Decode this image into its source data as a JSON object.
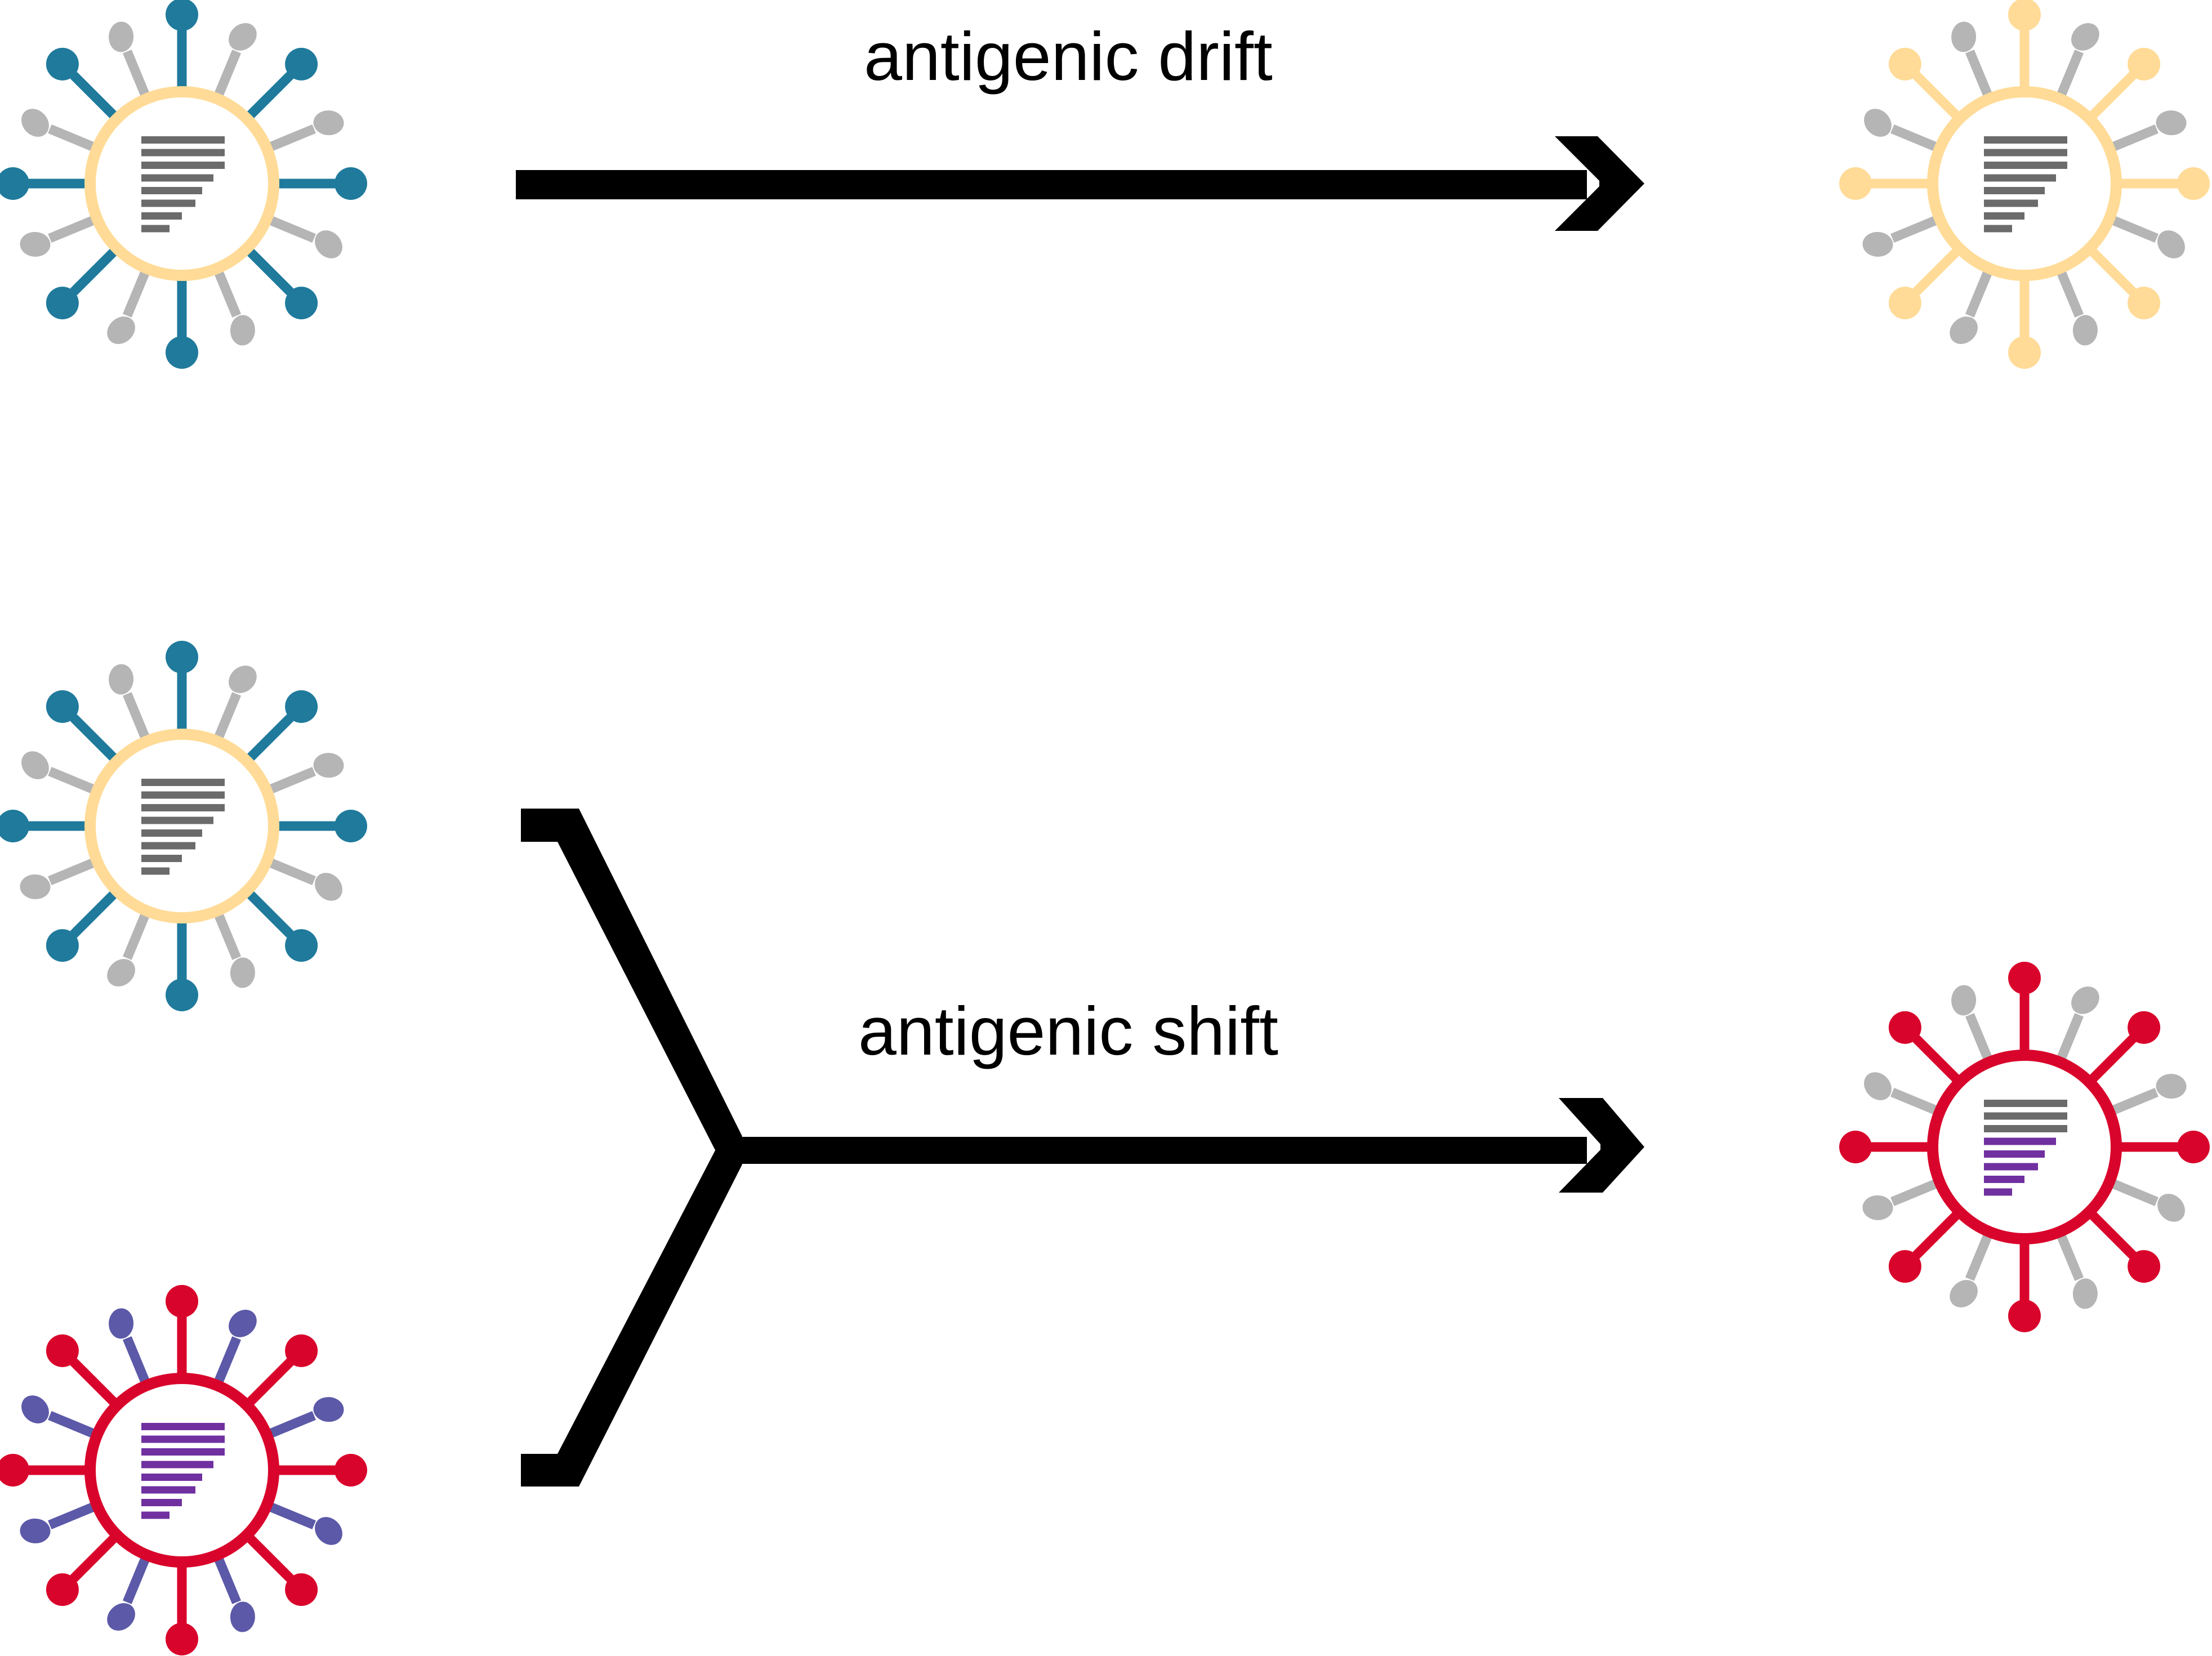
{
  "labels": {
    "drift": "antigenic drift",
    "shift": "antigenic shift"
  },
  "colors": {
    "arrow": "#000000",
    "gray_spike": "#b5b5b5",
    "genome_gray": "#6b6b6b",
    "genome_purple": "#7030a0",
    "teal": "#1f7a9c",
    "yellow": "#ffdb97",
    "red": "#d9042b",
    "violet": "#5c59a8"
  },
  "viruses": [
    {
      "id": "drift-source",
      "envelope": "#ffdb97",
      "ha": "#1f7a9c",
      "na": "#b5b5b5",
      "genome": [
        "gray",
        "gray",
        "gray",
        "gray",
        "gray",
        "gray",
        "gray",
        "gray"
      ]
    },
    {
      "id": "drift-result",
      "envelope": "#ffdb97",
      "ha": "#ffdb97",
      "na": "#b5b5b5",
      "genome": [
        "gray",
        "gray",
        "gray",
        "gray",
        "gray",
        "gray",
        "gray",
        "gray"
      ]
    },
    {
      "id": "shift-parent-1",
      "envelope": "#ffdb97",
      "ha": "#1f7a9c",
      "na": "#b5b5b5",
      "genome": [
        "gray",
        "gray",
        "gray",
        "gray",
        "gray",
        "gray",
        "gray",
        "gray"
      ]
    },
    {
      "id": "shift-parent-2",
      "envelope": "#d9042b",
      "ha": "#d9042b",
      "na": "#5c59a8",
      "genome": [
        "purple",
        "purple",
        "purple",
        "purple",
        "purple",
        "purple",
        "purple",
        "purple"
      ]
    },
    {
      "id": "shift-result",
      "envelope": "#d9042b",
      "ha": "#d9042b",
      "na": "#b5b5b5",
      "genome": [
        "gray",
        "gray",
        "gray",
        "purple",
        "purple",
        "purple",
        "purple",
        "purple"
      ]
    }
  ]
}
